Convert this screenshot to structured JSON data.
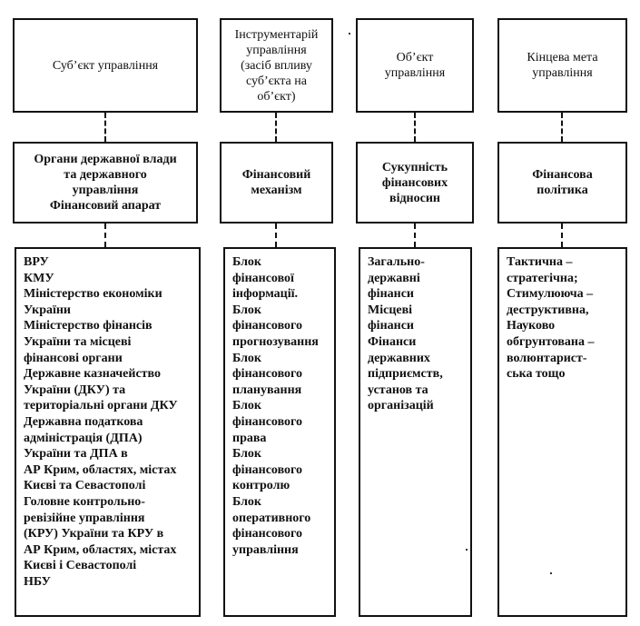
{
  "columns": [
    {
      "header": "Суб’єкт управління",
      "middle": "Органи державної влади\nта державного\nуправління\nФінансовий апарат",
      "items": [
        "ВРУ",
        "КМУ",
        "Міністерство економіки\nУкраїни",
        "Міністерство фінансів\nУкраїни та місцеві\nфінансові органи",
        "Державне казначейство\nУкраїни (ДКУ) та\nтериторіальні органи ДКУ",
        "Державна податкова\nадміністрація (ДПА)\nУкраїни та ДПА в\nАР Крим, областях, містах\nКиєві та Севастополі",
        "Головне контрольно-\nревізійне управління\n(КРУ) України та КРУ в\nАР Крим, областях, містах\nКиєві і Севастополі",
        "НБУ"
      ]
    },
    {
      "header": "Інструментарій\nуправління\n(засіб впливу\nсуб’єкта на\nоб’єкт)",
      "middle": "Фінансовий\nмеханізм",
      "items": [
        "Блок\nфінансової\nінформації.",
        "Блок\nфінансового\nпрогнозування",
        "Блок\nфінансового\nпланування",
        "Блок\nфінансового\nправа",
        "Блок\nфінансового\nконтролю",
        "Блок\nоперативного\nфінансового\nуправління"
      ]
    },
    {
      "header": "Об’єкт\nуправління",
      "middle": "Сукупність\nфінансових\nвідносин",
      "items": [
        "Загально-\nдержавні\nфінанси",
        "Місцеві\nфінанси",
        "Фінанси\nдержавних\nпідприємств,\nустанов та\nорганізацій"
      ]
    },
    {
      "header": "Кінцева мета\nуправління",
      "middle": "Фінансова\nполітика",
      "items": [
        "Тактична –\nстратегічна;",
        "Стимулююча –\nдеструктивна,",
        "Науково\nобгрунтована –\nволюнтарист-\nська тощо"
      ]
    }
  ]
}
